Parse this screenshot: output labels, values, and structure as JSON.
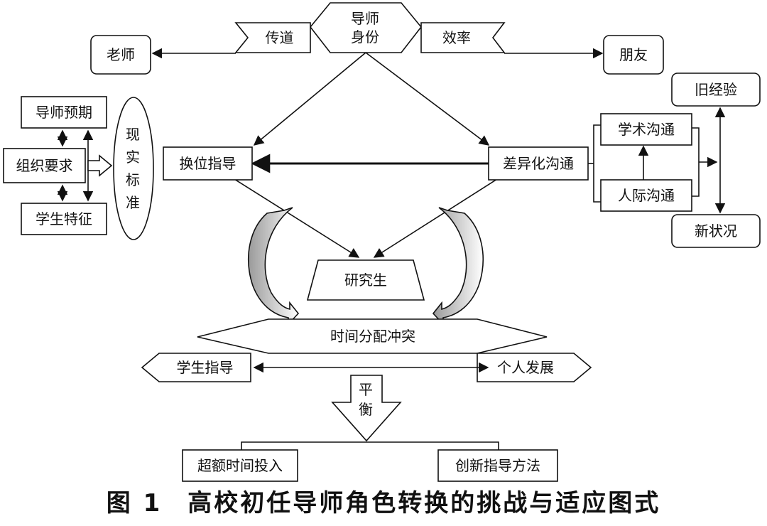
{
  "nodes": {
    "mentor_identity": "导师身份",
    "teacher": "老师",
    "friend": "朋友",
    "preach": "传道",
    "efficiency": "效率",
    "mentor_expectation": "导师预期",
    "org_requirement": "组织要求",
    "student_traits": "学生特征",
    "real_standard": "现实标准",
    "position_swap_guidance": "换位指导",
    "differentiated_communication": "差异化沟通",
    "academic_communication": "学术沟通",
    "interpersonal_communication": "人际沟通",
    "old_experience": "旧经验",
    "new_situation": "新状况",
    "graduate_student": "研究生",
    "time_conflict": "时间分配冲突",
    "student_guidance": "学生指导",
    "personal_development": "个人发展",
    "balance": "平衡",
    "extra_time": "超额时间投入",
    "innovative_method": "创新指导方法"
  },
  "caption": {
    "label": "图 1",
    "title": "高校初任导师角色转换的挑战与适应图式"
  }
}
